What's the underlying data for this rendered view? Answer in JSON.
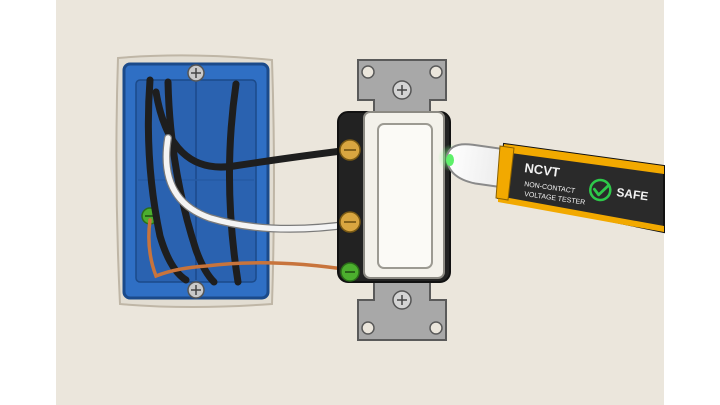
{
  "scene": {
    "wall_color": "#ebe6dc",
    "box_color": "#2f6fc4",
    "switch_color": "#f3f1ea",
    "wire_hot": "#1e1e1e",
    "wire_neutral": "#f4f4f4",
    "wire_ground": "#c8743c",
    "tester_body": "#2a2a2a",
    "tester_accent": "#f2a900",
    "safe_indicator": "#2ec84a"
  },
  "tester": {
    "brand": "NCVT",
    "line1": "NON-CONTACT",
    "line2": "VOLTAGE TESTER",
    "status": "SAFE",
    "status_icon": "check-icon"
  }
}
